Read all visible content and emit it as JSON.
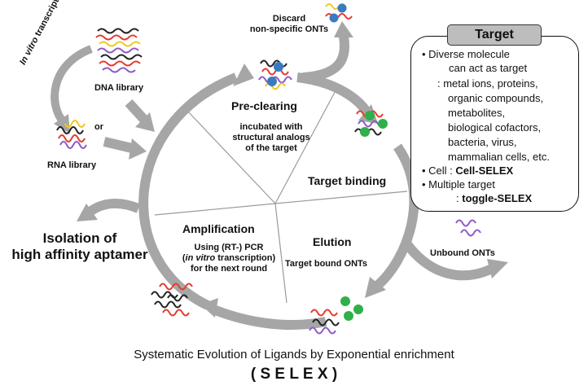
{
  "labels": {
    "in_vitro_italic": "In vitro",
    "transcription": " transcription",
    "dna_library": "DNA library",
    "or": "or",
    "rna_library": "RNA library",
    "discard_line1": "Discard",
    "discard_line2": "non-specific ONTs",
    "unbound": "Unbound ONTs",
    "isolation_line1": "Isolation of",
    "isolation_line2": "high affinity aptamer"
  },
  "sectors": {
    "preclearing": {
      "title": "Pre-clearing",
      "desc_line1": "incubated with",
      "desc_line2": "structural analogs",
      "desc_line3": "of the target"
    },
    "target_binding": {
      "title": "Target binding"
    },
    "elution": {
      "title": "Elution",
      "desc": "Target bound ONTs"
    },
    "amplification": {
      "title": "Amplification",
      "desc_line1": "Using (RT-) PCR",
      "desc_line2_open": "(",
      "desc_line2_italic": "in vitro",
      "desc_line2_rest": " transcription)",
      "desc_line3": "for the next round"
    }
  },
  "target_box": {
    "title": "Target",
    "bullet1_line1": "Diverse molecule",
    "bullet1_line2": "can act as target",
    "bullet1_line3": ": metal ions, proteins,",
    "bullet1_line4": "organic compounds,",
    "bullet1_line5": "metabolites,",
    "bullet1_line6": "biological cofactors,",
    "bullet1_line7": "bacteria, virus,",
    "bullet1_line8": "mammalian cells, etc.",
    "bullet2_prefix": "Cell : ",
    "bullet2_bold": "Cell-SELEX",
    "bullet3_line1": "Multiple target",
    "bullet3_prefix": ": ",
    "bullet3_bold": "toggle-SELEX"
  },
  "footer": {
    "line1": "Systematic Evolution of Ligands by Exponential enrichment",
    "line2": "( S E L E X )"
  },
  "colors": {
    "arrow": "#a6a6a6",
    "molecule_blue": "#3a7bbf",
    "molecule_green": "#2fb04a",
    "strand_red": "#e53b2f",
    "strand_yellow": "#f2c81e",
    "strand_purple": "#8e5bc7",
    "strand_black": "#222222",
    "target_title_bg": "#bdbdbd"
  }
}
